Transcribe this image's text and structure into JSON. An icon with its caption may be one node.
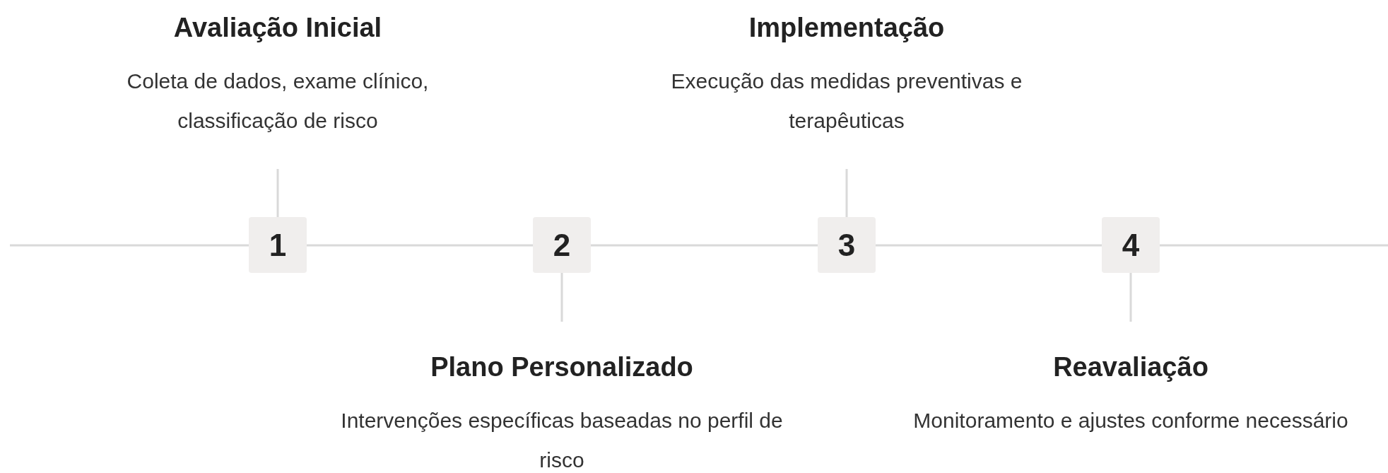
{
  "diagram": {
    "nodes": [
      {
        "text": [
          "1"
        ]
      },
      {
        "text": [
          "2"
        ]
      },
      {
        "text": [
          "3"
        ]
      },
      {
        "text": [
          "4"
        ]
      },
      {
        "text": [
          "Avaliação Inicial",
          "Coleta de dados, exame clínico, classificação de risco"
        ]
      },
      {
        "text": [
          "Plano Personalizado",
          "Intervenções específicas baseadas no perfil de risco"
        ]
      },
      {
        "text": [
          "Implementação",
          "Execução das medidas preventivas e terapêuticas"
        ]
      },
      {
        "text": [
          "Reavaliação",
          "Monitoramento e ajustes conforme necessário"
        ]
      }
    ],
    "edges": [
      {
        "from": null,
        "to": 0,
        "arrow": "none"
      },
      {
        "from": 0,
        "to": 1,
        "arrow": "none"
      },
      {
        "from": 1,
        "to": 2,
        "arrow": "none"
      },
      {
        "from": 2,
        "to": 3,
        "arrow": "none"
      },
      {
        "from": 3,
        "to": null,
        "arrow": "none"
      },
      {
        "from": 0,
        "to": 4,
        "arrow": "none"
      },
      {
        "from": 1,
        "to": 5,
        "arrow": "none"
      },
      {
        "from": 2,
        "to": 6,
        "arrow": "none"
      },
      {
        "from": 3,
        "to": 7,
        "arrow": "none"
      }
    ]
  }
}
